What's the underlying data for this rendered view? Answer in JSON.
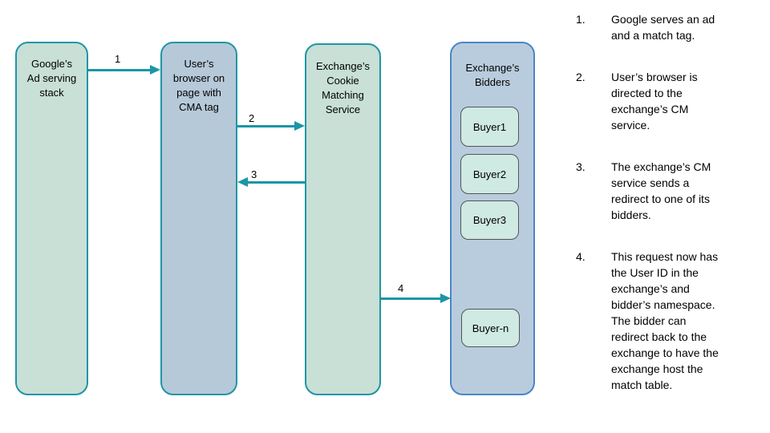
{
  "colors": {
    "teal_border": "#1e96a6",
    "arrow": "#1a96a6",
    "green_fill": "#c8e0d6",
    "blue_fill": "#b6c9d9",
    "bidders_fill": "#b9ccdd",
    "bidders_border": "#4a86c8",
    "buyer_fill": "#cfe9e3",
    "buyer_border": "#555555",
    "text": "#000000"
  },
  "diagram": {
    "nodes": [
      {
        "id": "google-ad-stack",
        "label": "Google’s\nAd serving\nstack"
      },
      {
        "id": "user-browser",
        "label": "User’s\nbrowser on\npage with\nCMA tag"
      },
      {
        "id": "cookie-matching-service",
        "label": "Exchange’s\nCookie\nMatching\nService"
      },
      {
        "id": "exchange-bidders",
        "label": "Exchange’s\nBidders"
      }
    ],
    "buyers": [
      "Buyer1",
      "Buyer2",
      "Buyer3",
      "Buyer-n"
    ],
    "arrows": [
      {
        "label": "1",
        "from": "google-ad-stack",
        "to": "user-browser"
      },
      {
        "label": "2",
        "from": "user-browser",
        "to": "cookie-matching-service"
      },
      {
        "label": "3",
        "from": "cookie-matching-service",
        "to": "user-browser"
      },
      {
        "label": "4",
        "from": "cookie-matching-service",
        "to": "exchange-bidders"
      }
    ]
  },
  "steps": [
    {
      "num": "1.",
      "text": "Google serves an ad\nand a match tag."
    },
    {
      "num": "2.",
      "text": "User’s browser is\ndirected to the\nexchange’s CM\nservice."
    },
    {
      "num": "3.",
      "text": "The exchange’s CM\nservice sends a\nredirect to one of its\nbidders."
    },
    {
      "num": "4.",
      "text": "This request now has\nthe User ID in the\nexchange’s and\nbidder’s namespace.\nThe bidder can\nredirect back to the\nexchange to have the\nexchange host the\nmatch table."
    }
  ]
}
